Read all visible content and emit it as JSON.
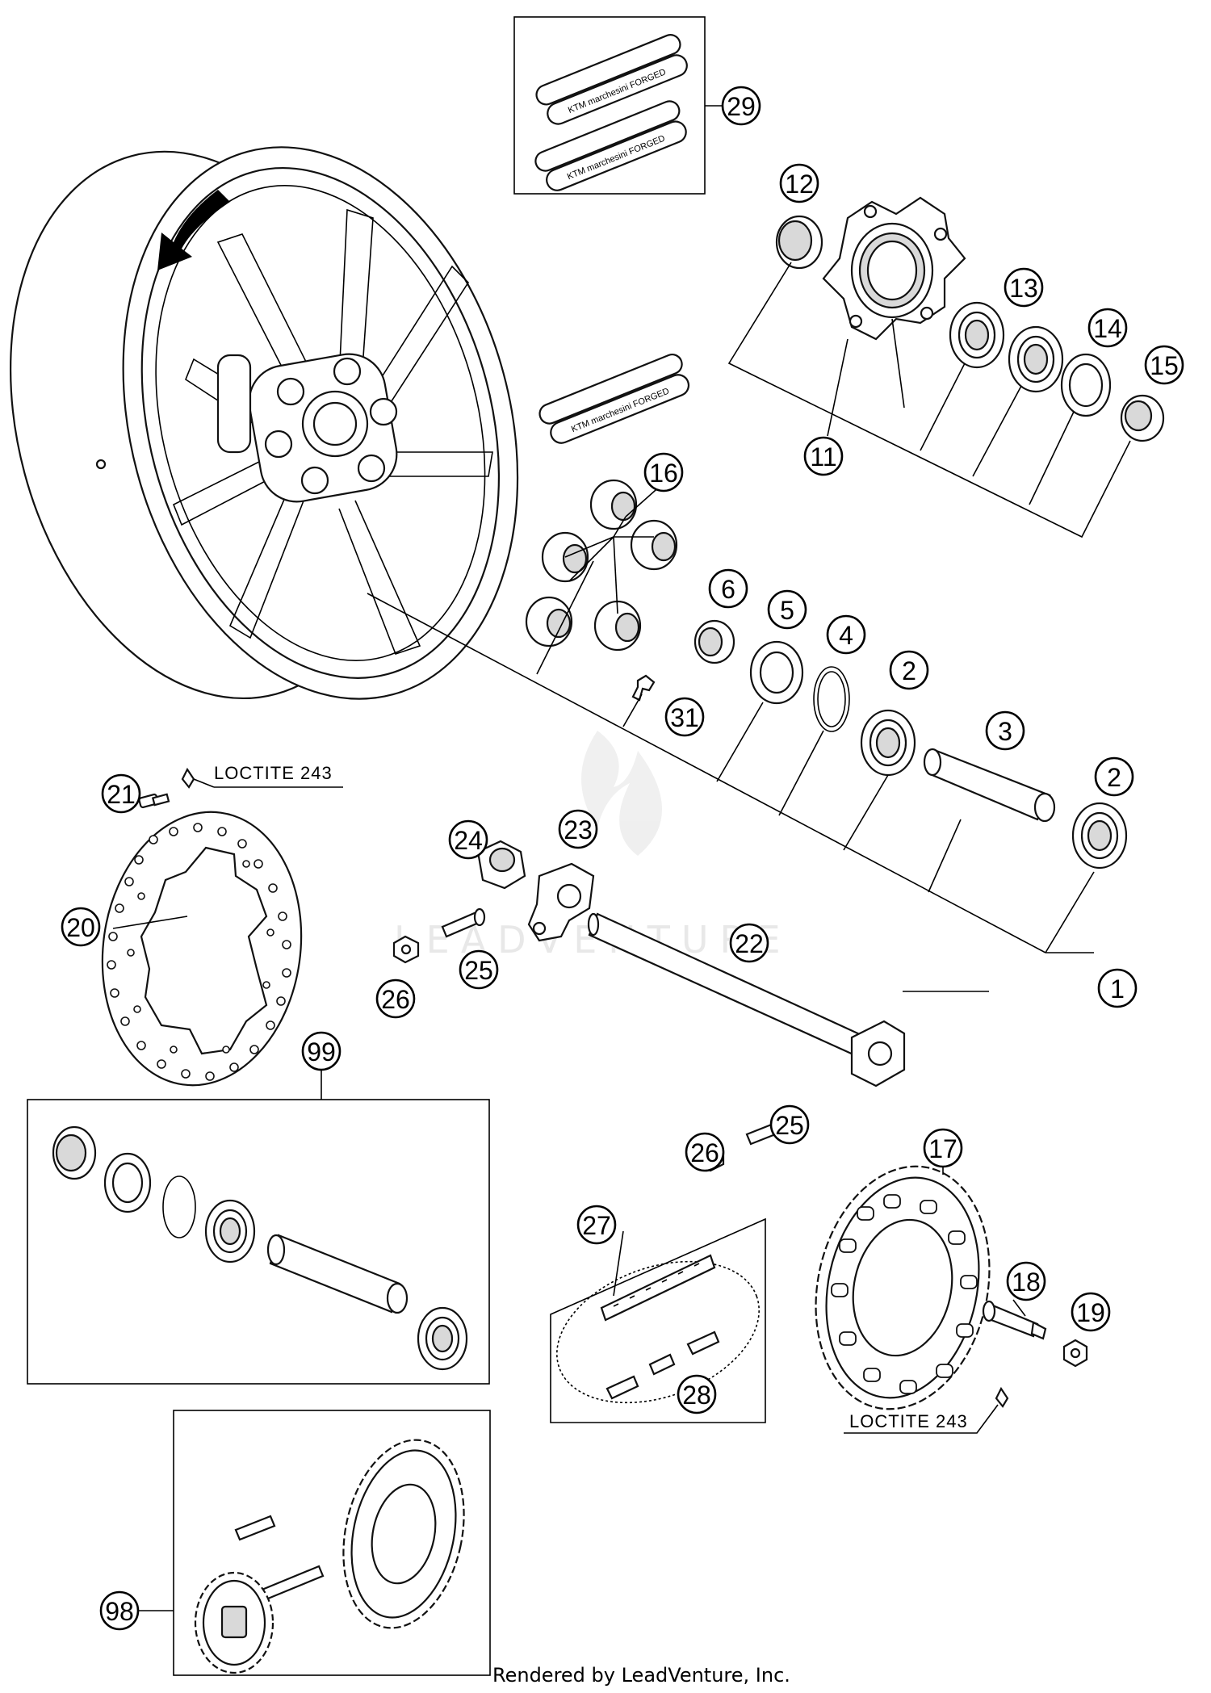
{
  "callouts": [
    {
      "label": "29"
    },
    {
      "label": "12"
    },
    {
      "label": "13"
    },
    {
      "label": "14"
    },
    {
      "label": "15"
    },
    {
      "label": "11"
    },
    {
      "label": "16"
    },
    {
      "label": "6"
    },
    {
      "label": "5"
    },
    {
      "label": "4"
    },
    {
      "label": "2"
    },
    {
      "label": "3"
    },
    {
      "label": "2"
    },
    {
      "label": "31"
    },
    {
      "label": "21"
    },
    {
      "label": "24"
    },
    {
      "label": "23"
    },
    {
      "label": "20"
    },
    {
      "label": "22"
    },
    {
      "label": "1"
    },
    {
      "label": "26"
    },
    {
      "label": "25"
    },
    {
      "label": "99"
    },
    {
      "label": "26"
    },
    {
      "label": "25"
    },
    {
      "label": "17"
    },
    {
      "label": "27"
    },
    {
      "label": "18"
    },
    {
      "label": "19"
    },
    {
      "label": "28"
    },
    {
      "label": "98"
    }
  ],
  "notes": {
    "loctite_top": "LOCTITE 243",
    "loctite_bottom": "LOCTITE 243"
  },
  "decal_text": "KTM marchesini FORGED",
  "watermark": "LEADVENTURE",
  "credit": "Rendered by LeadVenture, Inc."
}
